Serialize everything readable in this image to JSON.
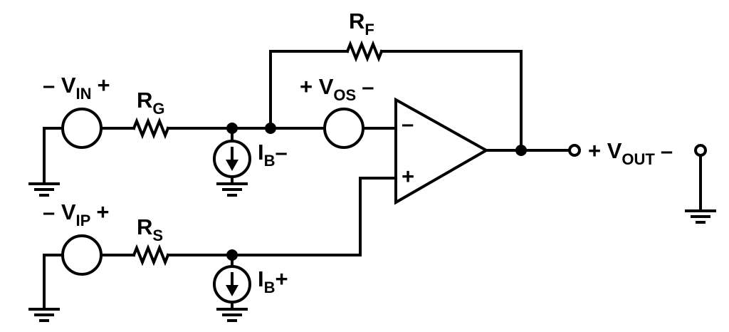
{
  "labels": {
    "rf": {
      "main": "R",
      "sub": "F"
    },
    "rg": {
      "main": "R",
      "sub": "G"
    },
    "rs": {
      "main": "R",
      "sub": "S"
    },
    "vin": {
      "pre": "– V",
      "sub": "IN",
      "post": "+"
    },
    "vip": {
      "pre": "– V",
      "sub": "IP",
      "post": "+"
    },
    "vos": {
      "pre": "+ V",
      "sub": "OS",
      "post": "–"
    },
    "vout": {
      "pre": "+ V",
      "sub": "OUT",
      "post": "–"
    },
    "ibm": {
      "pre": "I",
      "sub": "B",
      "post": "–"
    },
    "ibp": {
      "pre": "I",
      "sub": "B",
      "post": "+"
    },
    "opamp_minus": "–",
    "opamp_plus": "+"
  }
}
